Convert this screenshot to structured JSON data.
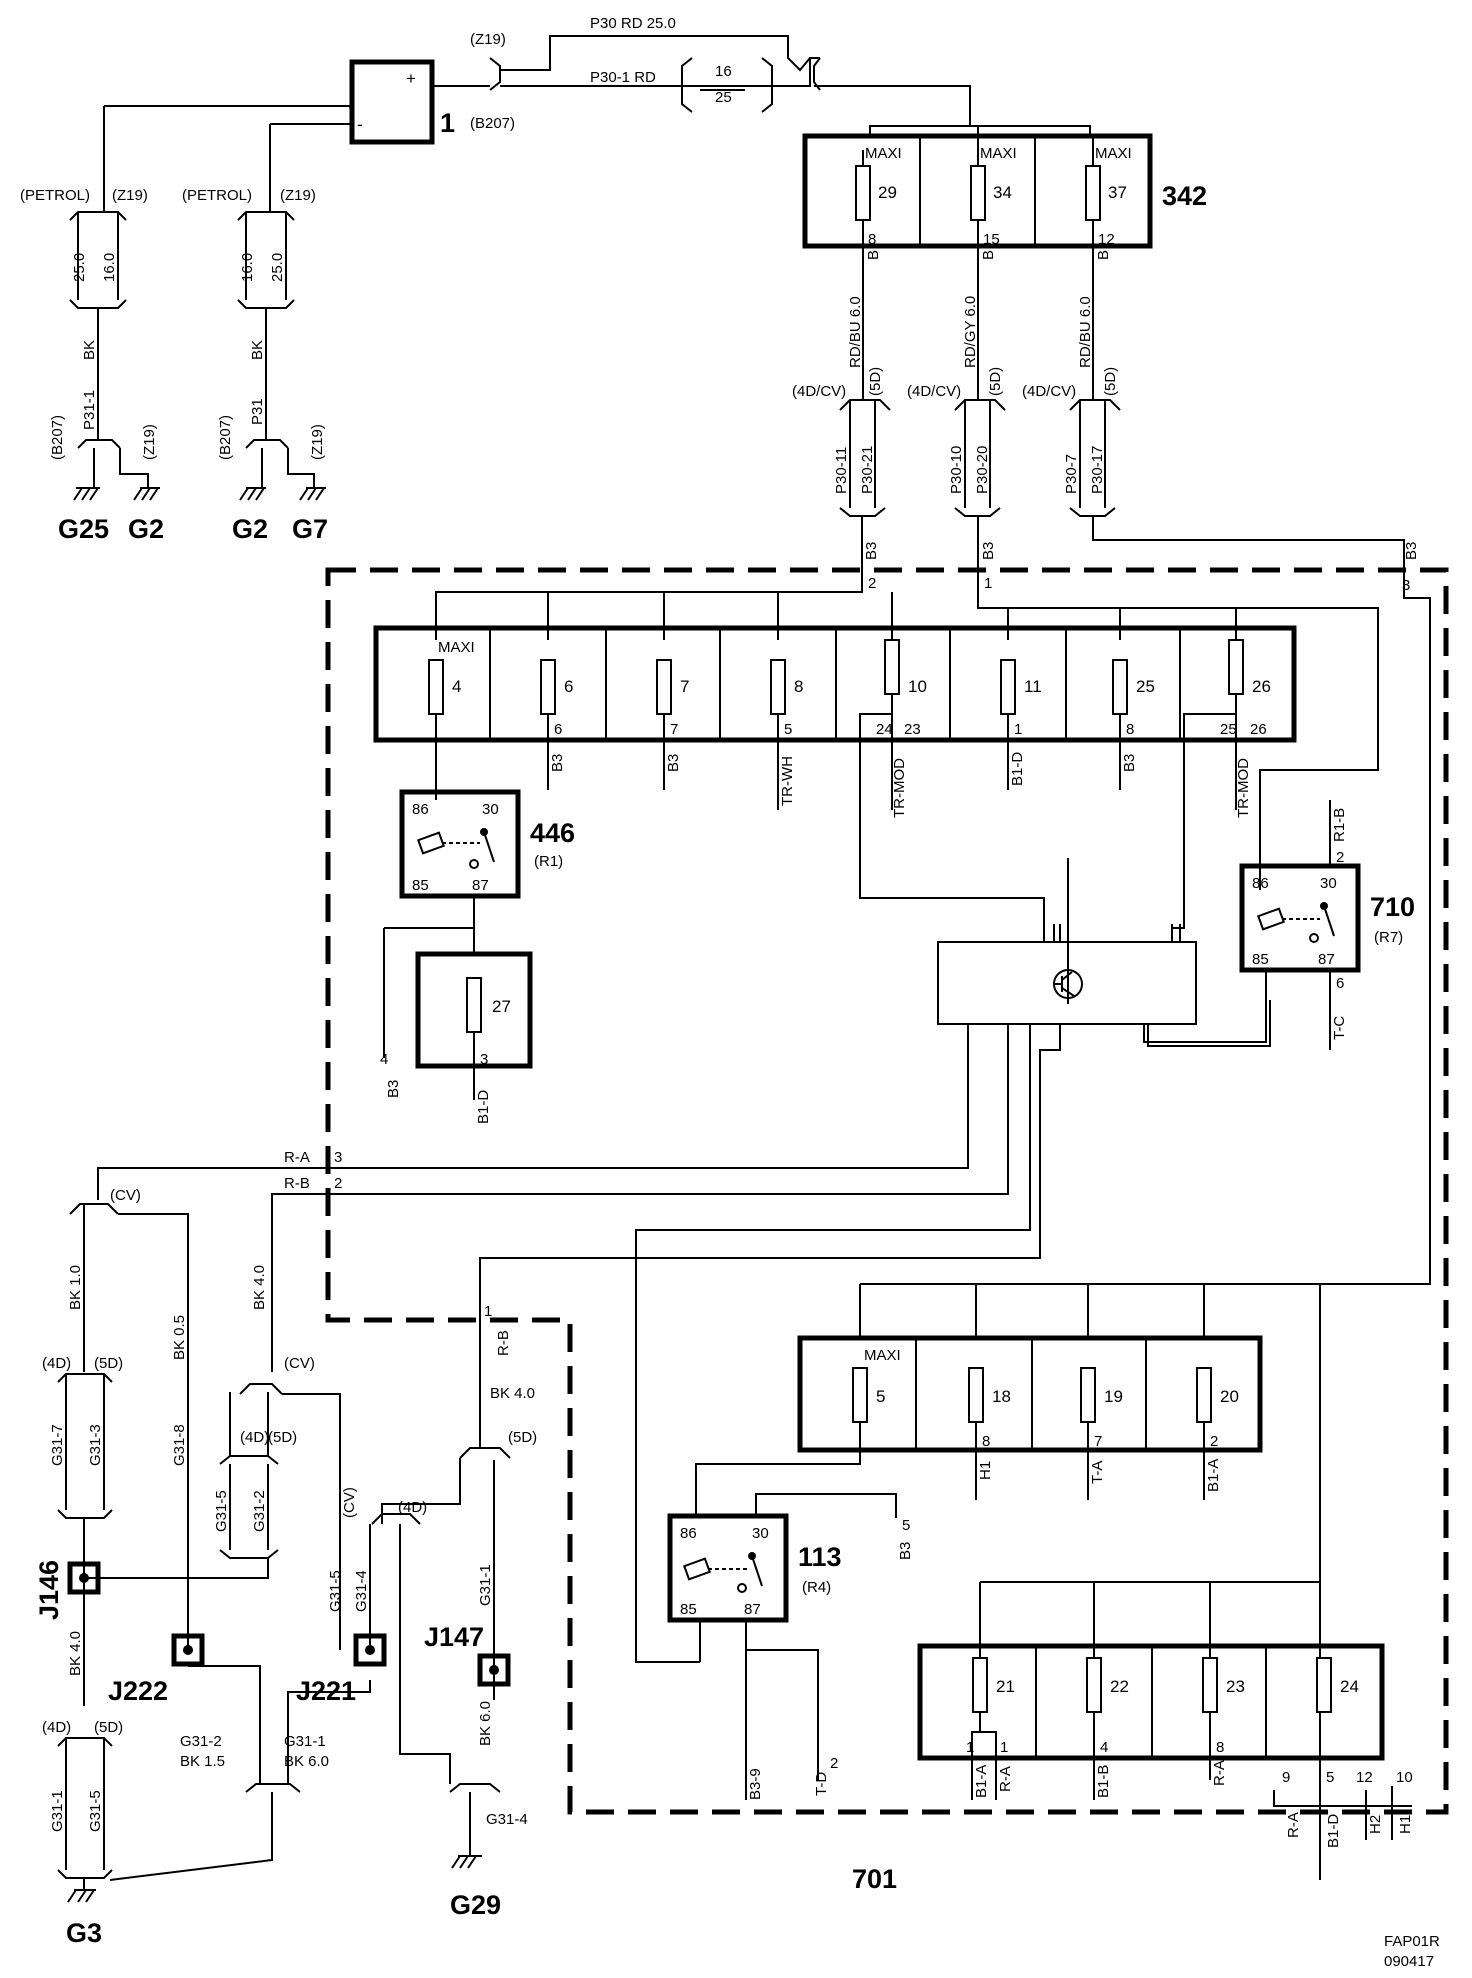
{
  "battery": {
    "id": "1",
    "plus": "+",
    "minus": "-",
    "conn_z19": "(Z19)",
    "conn_b207": "(B207)"
  },
  "top_wires": {
    "w1": "P30  RD   25.0",
    "w2": "P30-1  RD",
    "s16": "16",
    "s25": "25"
  },
  "fusebox342": {
    "id": "342",
    "fuses": [
      {
        "num": "29",
        "maxi": "MAXI",
        "pin": "8",
        "conn": "B",
        "wire": "RD/BU 6.0",
        "c4d": "(4D/CV)",
        "c5d": "(5D)",
        "w4d": "P30-11",
        "w5d": "P30-21"
      },
      {
        "num": "34",
        "maxi": "MAXI",
        "pin": "15",
        "conn": "B",
        "wire": "RD/GY 6.0",
        "c4d": "(4D/CV)",
        "c5d": "(5D)",
        "w4d": "P30-10",
        "w5d": "P30-20"
      },
      {
        "num": "37",
        "maxi": "MAXI",
        "pin": "12",
        "conn": "B",
        "wire": "RD/BU 6.0",
        "c4d": "(4D/CV)",
        "c5d": "(5D)",
        "w4d": "P30-7",
        "w5d": "P30-17"
      }
    ]
  },
  "grounds": {
    "left": {
      "petrol": "(PETROL)",
      "z19": "(Z19)",
      "w1": "25.0",
      "w2": "16.0",
      "color": "BK",
      "wire": "P31-1",
      "b207": "(B207)",
      "z19b": "(Z19)",
      "g1": "G25",
      "g2": "G2"
    },
    "right": {
      "petrol": "(PETROL)",
      "z19": "(Z19)",
      "w1": "16.0",
      "w2": "25.0",
      "wire": "P31",
      "color": "BK",
      "b207": "(B207)",
      "z19b": "(Z19)",
      "g1": "G2",
      "g2": "G7"
    }
  },
  "b3_conns": [
    {
      "label": "B3",
      "pin": "2"
    },
    {
      "label": "B3",
      "pin": "1"
    },
    {
      "label": "B3",
      "pin": "3"
    }
  ],
  "row1_fuses": [
    {
      "num": "4",
      "maxi": "MAXI",
      "pin": "",
      "wire": ""
    },
    {
      "num": "6",
      "pin": "6",
      "wire": "B3"
    },
    {
      "num": "7",
      "pin": "7",
      "wire": "B3"
    },
    {
      "num": "8",
      "pin": "5",
      "wire": "TR-WH"
    },
    {
      "num": "10",
      "pin": "24",
      "pin2": "23",
      "wire": "TR-MOD"
    },
    {
      "num": "11",
      "pin": "1",
      "wire": "B1-D"
    },
    {
      "num": "25",
      "pin": "8",
      "wire": "B3"
    },
    {
      "num": "26",
      "pin": "25",
      "pin2": "26",
      "wire": "TR-MOD"
    }
  ],
  "relay446": {
    "id": "446",
    "sub": "(R1)",
    "p86": "86",
    "p30": "30",
    "p85": "85",
    "p87": "87"
  },
  "fuse27": {
    "num": "27",
    "pin": "3",
    "wire": "B1-D",
    "b3": "B3",
    "pin4": "4"
  },
  "relay710": {
    "id": "710",
    "sub": "(R7)",
    "p86": "86",
    "p30": "30",
    "p85": "85",
    "p87": "87",
    "top": "R1-B",
    "topPin": "2",
    "bot": "T-C",
    "botPin": "6"
  },
  "relay113": {
    "id": "113",
    "sub": "(R4)",
    "p86": "86",
    "p30": "30",
    "p85": "85",
    "p87": "87",
    "b3": "B3",
    "b3pin": "5",
    "b39": "B3-9",
    "td": "T-D",
    "tdpin": "2"
  },
  "row2_fuses": [
    {
      "num": "5",
      "maxi": "MAXI",
      "pin": "",
      "wire": ""
    },
    {
      "num": "18",
      "pin": "8",
      "wire": "H1"
    },
    {
      "num": "19",
      "pin": "7",
      "wire": "T-A"
    },
    {
      "num": "20",
      "pin": "2",
      "wire": "B1-A"
    }
  ],
  "row3_fuses": [
    {
      "num": "21",
      "pin": "1",
      "pin2": "1",
      "wire": "B1-A",
      "wire2": "R-A"
    },
    {
      "num": "22",
      "pin": "4",
      "wire": "B1-B"
    },
    {
      "num": "23",
      "pin": "8",
      "wire": "R-A"
    },
    {
      "num": "24",
      "pin": "5",
      "wire": "B1-D"
    }
  ],
  "bottom_right": {
    "p9": "9",
    "p12": "12",
    "p10": "10",
    "ra": "R-A",
    "h2": "H2",
    "h1": "H1"
  },
  "left_conns": {
    "ra": "R-A",
    "ra_pin": "3",
    "rb": "R-B",
    "rb_pin": "2",
    "rb2": "R-B",
    "rb2_pin": "1",
    "bk40": "BK 4.0",
    "bk40b": "BK 4.0",
    "c5d": "(5D)"
  },
  "left_harness": {
    "cv1": "(CV)",
    "bk10": "BK 1.0",
    "bk05": "BK 0.5",
    "d4": "(4D)",
    "d5": "(5D)",
    "g317": "G31-7",
    "g313": "G31-3",
    "g318": "G31-8",
    "cv2": "(CV)",
    "d4b": "(4D)",
    "d5b": "(5D)",
    "g315": "G31-5",
    "g312": "G31-2",
    "cv3": "(CV)",
    "d4c": "(4D)",
    "g315b": "G31-5",
    "g314": "G31-4",
    "g311": "G31-1",
    "bk40": "BK 4.0",
    "d4d": "(4D)",
    "d5d": "(5D)",
    "g311b": "G31-1",
    "g315c": "G31-5",
    "g312b": "G31-2",
    "bk15": "BK  1.5",
    "g311c": "G31-1",
    "bk60": "BK  6.0",
    "bk60b": "BK 6.0",
    "g314b": "G31-4"
  },
  "junctions": {
    "j146": "J146",
    "j222": "J222",
    "j221": "J221",
    "j147": "J147"
  },
  "gnd_bottom": {
    "g3": "G3",
    "g29": "G29"
  },
  "box_id": "701",
  "footer": {
    "code": "FAP01R",
    "date": "090417"
  }
}
